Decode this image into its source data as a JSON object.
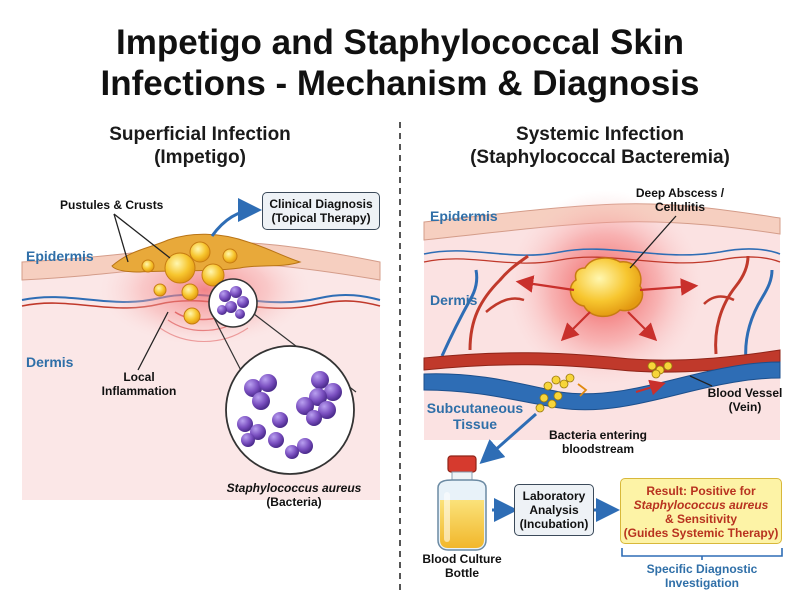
{
  "title": {
    "line1": "Impetigo and Staphylococcal Skin",
    "line2": "Infections - Mechanism & Diagnosis"
  },
  "left": {
    "heading1": "Superficial Infection",
    "heading2": "(Impetigo)",
    "pustules_label": "Pustules & Crusts",
    "clinical_box1": "Clinical Diagnosis",
    "clinical_box2": "(Topical Therapy)",
    "epidermis": "Epidermis",
    "dermis": "Dermis",
    "inflammation1": "Local",
    "inflammation2": "Inflammation",
    "bacteria1": "Staphylococcus aureus",
    "bacteria2": "(Bacteria)"
  },
  "right": {
    "heading1": "Systemic Infection",
    "heading2": "(Staphylococcal Bacteremia)",
    "abscess1": "Deep Abscess /",
    "abscess2": "Cellulitis",
    "epidermis": "Epidermis",
    "dermis": "Dermis",
    "subcutaneous1": "Subcutaneous",
    "subcutaneous2": "Tissue",
    "vessel1": "Blood Vessel",
    "vessel2": "(Vein)",
    "entering1": "Bacteria entering",
    "entering2": "bloodstream",
    "bottle1": "Blood Culture",
    "bottle2": "Bottle",
    "lab1": "Laboratory",
    "lab2": "Analysis",
    "lab3": "(Incubation)",
    "result1": "Result: Positive for",
    "result2": "Staphylococcus aureus",
    "result3": "& Sensitivity",
    "result4": "(Guides Systemic Therapy)",
    "specific1": "Specific Diagnostic",
    "specific2": "Investigation"
  },
  "colors": {
    "accent_blue": "#2f6fa8",
    "vein_blue": "#2e6db5",
    "artery_red": "#c0392b",
    "pus_yellow": "#f7c62f",
    "bacteria_purple": "#7a4fc0",
    "result_fill": "#fdf3a6"
  }
}
